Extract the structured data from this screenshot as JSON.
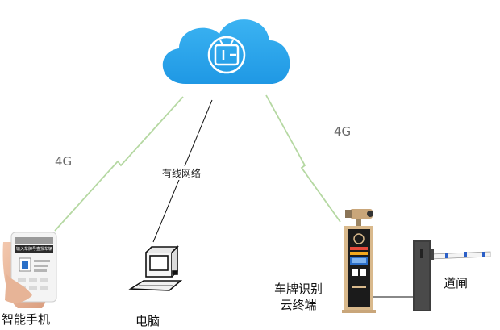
{
  "links": {
    "wireless_left": "4G",
    "wireless_right": "4G",
    "wired": "有线网络"
  },
  "nodes": {
    "cloud": {
      "icon": "cloud-platform-icon"
    },
    "phone": {
      "label": "智能手机",
      "screen_banner": "输入车牌号查找车辆位置"
    },
    "computer": {
      "label": "电脑"
    },
    "terminal": {
      "label_line1": "车牌识别",
      "label_line2": "云终端"
    },
    "barrier": {
      "label": "道闸"
    }
  },
  "colors": {
    "cloud": "#2aa3ea",
    "wireless_link": "#b5d8a2",
    "wired_link": "#111111",
    "terminal_frame": "#d9b98c",
    "barrier_arm_stripe": "#2b5fc7"
  }
}
